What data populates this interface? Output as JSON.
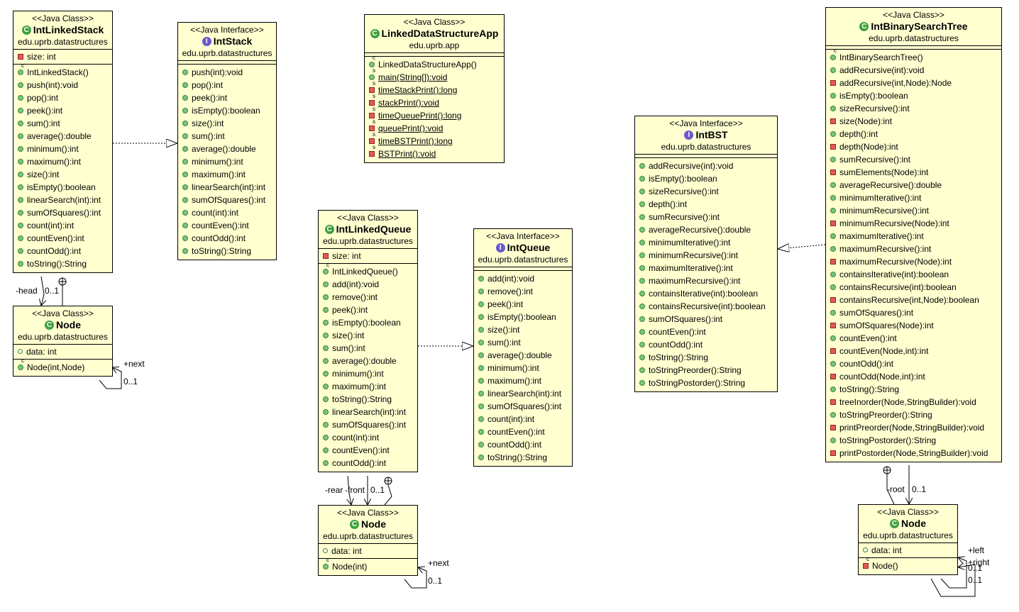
{
  "diagram": {
    "boxes": {
      "IntLinkedStack": {
        "stereotype": "<<Java Class>>",
        "kind": "class",
        "name": "IntLinkedStack",
        "package": "edu.uprb.datastructures",
        "fields": [
          {
            "vis": "private",
            "text": "size: int"
          }
        ],
        "methods": [
          {
            "vis": "ctor",
            "text": "IntLinkedStack()"
          },
          {
            "vis": "public",
            "text": "push(int):void"
          },
          {
            "vis": "public",
            "text": "pop():int"
          },
          {
            "vis": "public",
            "text": "peek():int"
          },
          {
            "vis": "public",
            "text": "sum():int"
          },
          {
            "vis": "public",
            "text": "average():double"
          },
          {
            "vis": "public",
            "text": "minimum():int"
          },
          {
            "vis": "public",
            "text": "maximum():int"
          },
          {
            "vis": "public",
            "text": "size():int"
          },
          {
            "vis": "public",
            "text": "isEmpty():boolean"
          },
          {
            "vis": "public",
            "text": "linearSearch(int):int"
          },
          {
            "vis": "public",
            "text": "sumOfSquares():int"
          },
          {
            "vis": "public",
            "text": "count(int):int"
          },
          {
            "vis": "public",
            "text": "countEven():int"
          },
          {
            "vis": "public",
            "text": "countOdd():int"
          },
          {
            "vis": "public",
            "text": "toString():String"
          }
        ]
      },
      "IntStack": {
        "stereotype": "<<Java Interface>>",
        "kind": "interface",
        "name": "IntStack",
        "package": "edu.uprb.datastructures",
        "fields": [],
        "methods": [
          {
            "vis": "public",
            "text": "push(int):void"
          },
          {
            "vis": "public",
            "text": "pop():int"
          },
          {
            "vis": "public",
            "text": "peek():int"
          },
          {
            "vis": "public",
            "text": "isEmpty():boolean"
          },
          {
            "vis": "public",
            "text": "size():int"
          },
          {
            "vis": "public",
            "text": "sum():int"
          },
          {
            "vis": "public",
            "text": "average():double"
          },
          {
            "vis": "public",
            "text": "minimum():int"
          },
          {
            "vis": "public",
            "text": "maximum():int"
          },
          {
            "vis": "public",
            "text": "linearSearch(int):int"
          },
          {
            "vis": "public",
            "text": "sumOfSquares():int"
          },
          {
            "vis": "public",
            "text": "count(int):int"
          },
          {
            "vis": "public",
            "text": "countEven():int"
          },
          {
            "vis": "public",
            "text": "countOdd():int"
          },
          {
            "vis": "public",
            "text": "toString():String"
          }
        ]
      },
      "StackNode": {
        "stereotype": "<<Java Class>>",
        "kind": "class",
        "name": "Node",
        "package": "edu.uprb.datastructures",
        "fields": [
          {
            "vis": "fieldpub",
            "text": "data: int"
          }
        ],
        "methods": [
          {
            "vis": "ctor",
            "text": "Node(int,Node)"
          }
        ]
      },
      "LinkedDataStructureApp": {
        "stereotype": "<<Java Class>>",
        "kind": "class",
        "name": "LinkedDataStructureApp",
        "package": "edu.uprb.app",
        "fields": [],
        "methods": [
          {
            "vis": "ctor",
            "text": "LinkedDataStructureApp()"
          },
          {
            "vis": "public-static",
            "text": "main(String[]):void"
          },
          {
            "vis": "private-static",
            "text": "timeStackPrint():long"
          },
          {
            "vis": "private-static",
            "text": "stackPrint():void"
          },
          {
            "vis": "private-static",
            "text": "timeQueuePrint():long"
          },
          {
            "vis": "private-static",
            "text": "queuePrint():void"
          },
          {
            "vis": "private-static",
            "text": "timeBSTPrint():long"
          },
          {
            "vis": "private-static",
            "text": "BSTPrint():void"
          }
        ]
      },
      "IntLinkedQueue": {
        "stereotype": "<<Java Class>>",
        "kind": "class",
        "name": "IntLinkedQueue",
        "package": "edu.uprb.datastructures",
        "fields": [
          {
            "vis": "private",
            "text": "size: int"
          }
        ],
        "methods": [
          {
            "vis": "ctor",
            "text": "IntLinkedQueue()"
          },
          {
            "vis": "public",
            "text": "add(int):void"
          },
          {
            "vis": "public",
            "text": "remove():int"
          },
          {
            "vis": "public",
            "text": "peek():int"
          },
          {
            "vis": "public",
            "text": "isEmpty():boolean"
          },
          {
            "vis": "public",
            "text": "size():int"
          },
          {
            "vis": "public",
            "text": "sum():int"
          },
          {
            "vis": "public",
            "text": "average():double"
          },
          {
            "vis": "public",
            "text": "minimum():int"
          },
          {
            "vis": "public",
            "text": "maximum():int"
          },
          {
            "vis": "public",
            "text": "toString():String"
          },
          {
            "vis": "public",
            "text": "linearSearch(int):int"
          },
          {
            "vis": "public",
            "text": "sumOfSquares():int"
          },
          {
            "vis": "public",
            "text": "count(int):int"
          },
          {
            "vis": "public",
            "text": "countEven():int"
          },
          {
            "vis": "public",
            "text": "countOdd():int"
          }
        ]
      },
      "IntQueue": {
        "stereotype": "<<Java Interface>>",
        "kind": "interface",
        "name": "IntQueue",
        "package": "edu.uprb.datastructures",
        "fields": [],
        "methods": [
          {
            "vis": "public",
            "text": "add(int):void"
          },
          {
            "vis": "public",
            "text": "remove():int"
          },
          {
            "vis": "public",
            "text": "peek():int"
          },
          {
            "vis": "public",
            "text": "isEmpty():boolean"
          },
          {
            "vis": "public",
            "text": "size():int"
          },
          {
            "vis": "public",
            "text": "sum():int"
          },
          {
            "vis": "public",
            "text": "average():double"
          },
          {
            "vis": "public",
            "text": "minimum():int"
          },
          {
            "vis": "public",
            "text": "maximum():int"
          },
          {
            "vis": "public",
            "text": "linearSearch(int):int"
          },
          {
            "vis": "public",
            "text": "sumOfSquares():int"
          },
          {
            "vis": "public",
            "text": "count(int):int"
          },
          {
            "vis": "public",
            "text": "countEven():int"
          },
          {
            "vis": "public",
            "text": "countOdd():int"
          },
          {
            "vis": "public",
            "text": "toString():String"
          }
        ]
      },
      "QueueNode": {
        "stereotype": "<<Java Class>>",
        "kind": "class",
        "name": "Node",
        "package": "edu.uprb.datastructures",
        "fields": [
          {
            "vis": "fieldpub",
            "text": "data: int"
          }
        ],
        "methods": [
          {
            "vis": "ctor",
            "text": "Node(int)"
          }
        ]
      },
      "IntBST": {
        "stereotype": "<<Java Interface>>",
        "kind": "interface",
        "name": "IntBST",
        "package": "edu.uprb.datastructures",
        "fields": [],
        "methods": [
          {
            "vis": "public",
            "text": "addRecursive(int):void"
          },
          {
            "vis": "public",
            "text": "isEmpty():boolean"
          },
          {
            "vis": "public",
            "text": "sizeRecursive():int"
          },
          {
            "vis": "public",
            "text": "depth():int"
          },
          {
            "vis": "public",
            "text": "sumRecursive():int"
          },
          {
            "vis": "public",
            "text": "averageRecursive():double"
          },
          {
            "vis": "public",
            "text": "minimumIterative():int"
          },
          {
            "vis": "public",
            "text": "minimumRecursive():int"
          },
          {
            "vis": "public",
            "text": "maximumIterative():int"
          },
          {
            "vis": "public",
            "text": "maximumRecursive():int"
          },
          {
            "vis": "public",
            "text": "containsIterative(int):boolean"
          },
          {
            "vis": "public",
            "text": "containsRecursive(int):boolean"
          },
          {
            "vis": "public",
            "text": "sumOfSquares():int"
          },
          {
            "vis": "public",
            "text": "countEven():int"
          },
          {
            "vis": "public",
            "text": "countOdd():int"
          },
          {
            "vis": "public",
            "text": "toString():String"
          },
          {
            "vis": "public",
            "text": "toStringPreorder():String"
          },
          {
            "vis": "public",
            "text": "toStringPostorder():String"
          }
        ]
      },
      "IntBinarySearchTree": {
        "stereotype": "<<Java Class>>",
        "kind": "class",
        "name": "IntBinarySearchTree",
        "package": "edu.uprb.datastructures",
        "fields": [],
        "methods": [
          {
            "vis": "ctor",
            "text": "IntBinarySearchTree()"
          },
          {
            "vis": "public",
            "text": "addRecursive(int):void"
          },
          {
            "vis": "private",
            "text": "addRecursive(int,Node):Node"
          },
          {
            "vis": "public",
            "text": "isEmpty():boolean"
          },
          {
            "vis": "public",
            "text": "sizeRecursive():int"
          },
          {
            "vis": "private",
            "text": "size(Node):int"
          },
          {
            "vis": "public",
            "text": "depth():int"
          },
          {
            "vis": "private",
            "text": "depth(Node):int"
          },
          {
            "vis": "public",
            "text": "sumRecursive():int"
          },
          {
            "vis": "private",
            "text": "sumElements(Node):int"
          },
          {
            "vis": "public",
            "text": "averageRecursive():double"
          },
          {
            "vis": "public",
            "text": "minimumIterative():int"
          },
          {
            "vis": "public",
            "text": "minimumRecursive():int"
          },
          {
            "vis": "private",
            "text": "minimumRecursive(Node):int"
          },
          {
            "vis": "public",
            "text": "maximumIterative():int"
          },
          {
            "vis": "public",
            "text": "maximumRecursive():int"
          },
          {
            "vis": "private",
            "text": "maximumRecursive(Node):int"
          },
          {
            "vis": "public",
            "text": "containsIterative(int):boolean"
          },
          {
            "vis": "public",
            "text": "containsRecursive(int):boolean"
          },
          {
            "vis": "private",
            "text": "containsRecursive(int,Node):boolean"
          },
          {
            "vis": "public",
            "text": "sumOfSquares():int"
          },
          {
            "vis": "private",
            "text": "sumOfSquares(Node):int"
          },
          {
            "vis": "public",
            "text": "countEven():int"
          },
          {
            "vis": "private",
            "text": "countEven(Node,int):int"
          },
          {
            "vis": "public",
            "text": "countOdd():int"
          },
          {
            "vis": "private",
            "text": "countOdd(Node,int):int"
          },
          {
            "vis": "public",
            "text": "toString():String"
          },
          {
            "vis": "private",
            "text": "treeInorder(Node,StringBuilder):void"
          },
          {
            "vis": "public",
            "text": "toStringPreorder():String"
          },
          {
            "vis": "private",
            "text": "printPreorder(Node,StringBuilder):void"
          },
          {
            "vis": "public",
            "text": "toStringPostorder():String"
          },
          {
            "vis": "private",
            "text": "printPostorder(Node,StringBuilder):void"
          }
        ]
      },
      "TreeNode": {
        "stereotype": "<<Java Class>>",
        "kind": "class",
        "name": "Node",
        "package": "edu.uprb.datastructures",
        "fields": [
          {
            "vis": "fieldpub",
            "text": "data: int"
          }
        ],
        "methods": [
          {
            "vis": "private-ctor",
            "text": "Node()"
          }
        ]
      }
    },
    "labels": {
      "stack_head": "-head",
      "stack_head_mult": "0..1",
      "stack_next": "+next",
      "stack_next_mult": "0..1",
      "queue_rear": "-rear",
      "queue_front": "-front",
      "queue_mult": "0..1",
      "queue_next": "+next",
      "queue_next_mult": "0..1",
      "tree_root": "-root",
      "tree_root_mult": "0..1",
      "tree_left": "+left",
      "tree_right": "+right",
      "tree_left_mult": "0..1",
      "tree_right_mult": "0..1"
    },
    "colors": {
      "box_fill": "#ffffd0",
      "public_icon": "#7dc37d",
      "private_icon": "#e05a5a",
      "class_icon": "#3fa03f",
      "interface_icon": "#6a5acd"
    }
  }
}
